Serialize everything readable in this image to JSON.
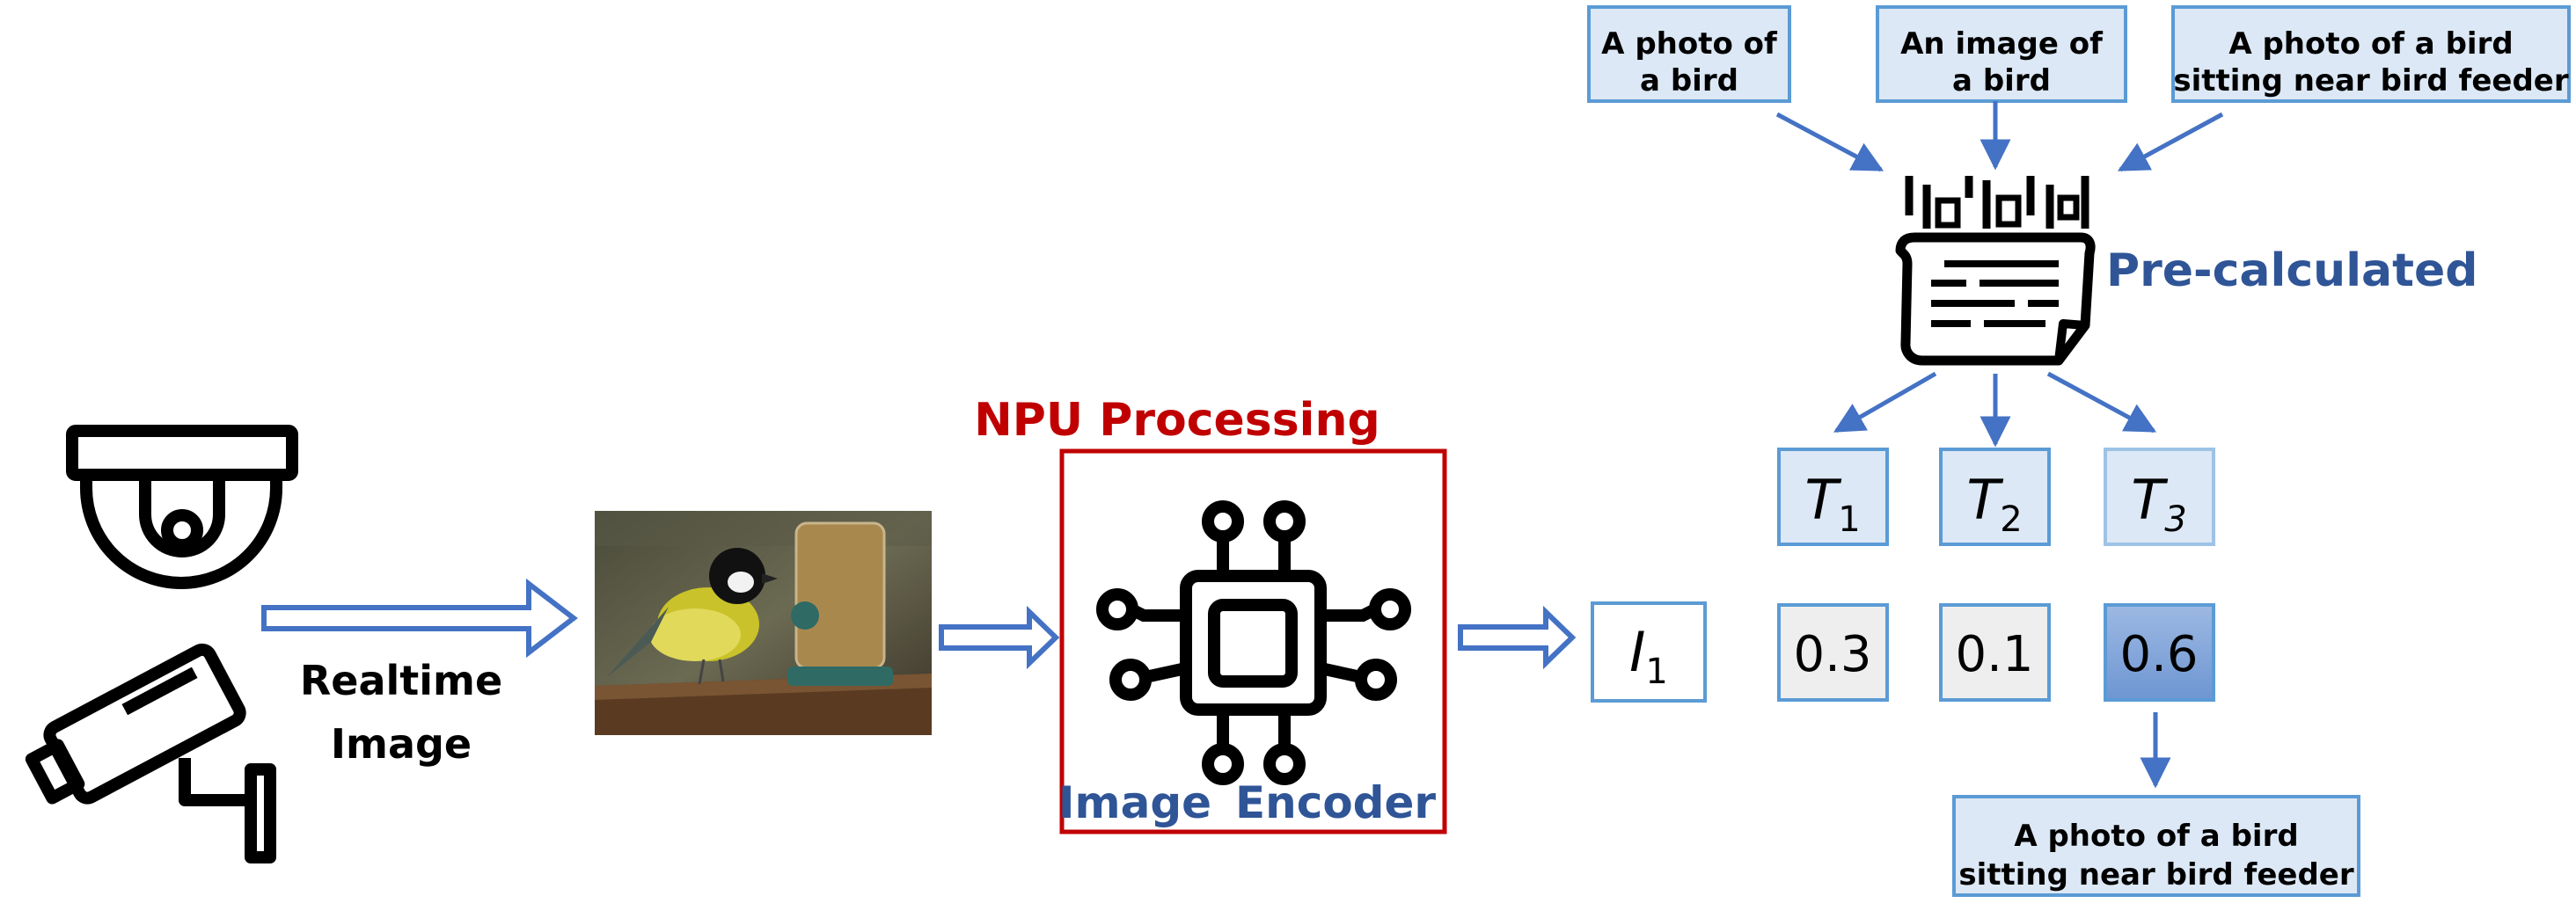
{
  "colors": {
    "arrow_blue": "#4472C4",
    "box_fill": "#DCE8F5",
    "box_border": "#5B9BD5",
    "npu_red": "#C00000",
    "label_blue": "#2F5597",
    "score_gray": "#EEEEEE",
    "score_highlight": "#8FB1E0",
    "text_dark": "#000000"
  },
  "icons": [
    "camera-dome-icon",
    "camera-bullet-icon",
    "chip-icon",
    "text-encoder-icon"
  ],
  "input": {
    "label_line1": "Realtime",
    "label_line2": "Image"
  },
  "npu": {
    "title": "NPU Processing",
    "encoder_word1": "Image",
    "encoder_word2": "Encoder"
  },
  "image_embedding": {
    "symbol": "I",
    "subscript": "1"
  },
  "prompts": [
    {
      "line1": "A photo of",
      "line2": "a bird"
    },
    {
      "line1": "An image of",
      "line2": "a bird"
    },
    {
      "line1": "A photo of a bird",
      "line2": "sitting near bird feeder"
    }
  ],
  "text_encoder": {
    "label": "Pre-calculated"
  },
  "text_embeddings": [
    {
      "symbol": "T",
      "subscript": "1"
    },
    {
      "symbol": "T",
      "subscript": "2"
    },
    {
      "symbol": "T",
      "subscript": "3"
    }
  ],
  "scores": [
    "0.3",
    "0.1",
    "0.6"
  ],
  "result": {
    "line1": "A photo of a bird",
    "line2": "sitting near bird feeder"
  }
}
